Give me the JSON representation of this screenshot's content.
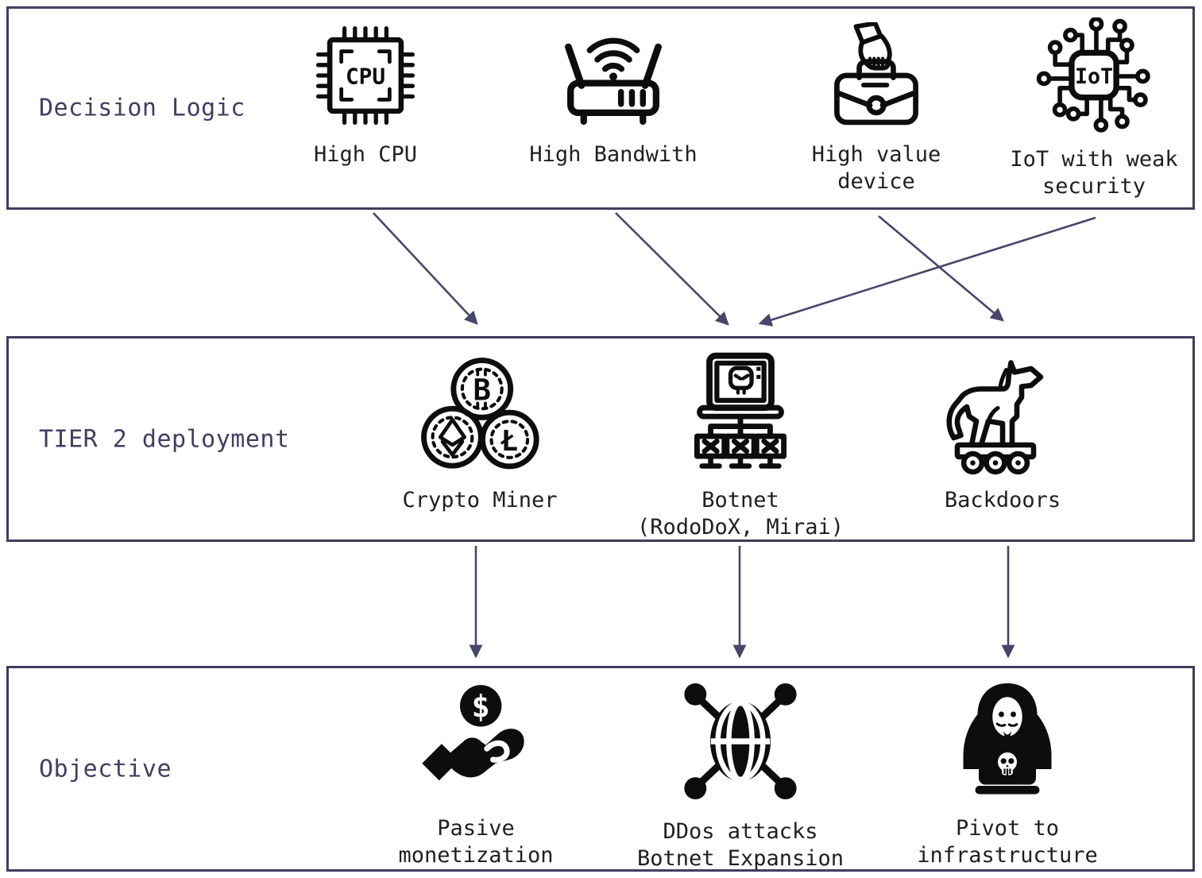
{
  "colors": {
    "border": "#3e3e5e",
    "title_text": "#3f3f63",
    "caption_text": "#1f1f1f",
    "arrow": "#46466b",
    "icon": "#0d0d0d",
    "background": "#ffffff"
  },
  "rows": [
    {
      "id": "decision-logic",
      "title": "Decision Logic",
      "items": [
        {
          "id": "high-cpu",
          "icon": "cpu-icon",
          "label": "High CPU"
        },
        {
          "id": "high-bandwith",
          "icon": "router-wifi-icon",
          "label": "High Bandwith"
        },
        {
          "id": "high-value-device",
          "icon": "briefcase-hand-icon",
          "label": "High value\ndevice"
        },
        {
          "id": "iot-weak-security",
          "icon": "iot-chip-icon",
          "label": "IoT with weak\nsecurity"
        }
      ]
    },
    {
      "id": "tier2-deployment",
      "title": "TIER 2 deployment",
      "items": [
        {
          "id": "crypto-miner",
          "icon": "crypto-coins-icon",
          "label": "Crypto Miner"
        },
        {
          "id": "botnet",
          "icon": "botnet-icon",
          "label": "Botnet\n(RodoDoX, Mirai)"
        },
        {
          "id": "backdoors",
          "icon": "trojan-horse-icon",
          "label": "Backdoors"
        }
      ]
    },
    {
      "id": "objective",
      "title": "Objective",
      "items": [
        {
          "id": "pasive-monetization",
          "icon": "money-hand-icon",
          "label": "Pasive monetization"
        },
        {
          "id": "ddos-attacks",
          "icon": "globe-network-icon",
          "label": "DDos attacks\nBotnet Expansion"
        },
        {
          "id": "pivot-to-infrastructure",
          "icon": "hacker-laptop-icon",
          "label": "Pivot to\ninfrastructure"
        }
      ]
    }
  ],
  "icon_glyphs": {
    "cpu": "CPU",
    "iot": "IoT",
    "bitcoin": "B",
    "litecoin": "Ł",
    "dollar": "$"
  },
  "connections": [
    {
      "from": "high-cpu",
      "to": "crypto-miner"
    },
    {
      "from": "high-bandwith",
      "to": "botnet"
    },
    {
      "from": "high-value-device",
      "to": "backdoors"
    },
    {
      "from": "iot-weak-security",
      "to": "botnet"
    },
    {
      "from": "crypto-miner",
      "to": "pasive-monetization"
    },
    {
      "from": "botnet",
      "to": "ddos-attacks"
    },
    {
      "from": "backdoors",
      "to": "pivot-to-infrastructure"
    }
  ]
}
